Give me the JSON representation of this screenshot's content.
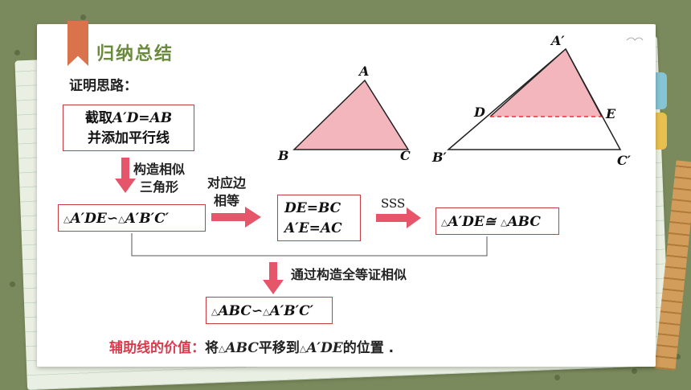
{
  "header": {
    "title": "归纳总结",
    "subtitle": "证明思路："
  },
  "flow": {
    "box1_line1_cn": "截取",
    "box1_line1_math": "A′D=AB",
    "box1_line2": "并添加平行线",
    "step_construct_line1": "构造相似",
    "step_construct_line2": "三角形",
    "box2_part1": "A′DE∽",
    "box2_part2": "A′B′C′",
    "step_sides_line1": "对应边",
    "step_sides_line2": "相等",
    "box3_line1": "DE=BC",
    "box3_line2": "A′E=AC",
    "sss_label": "SSS",
    "box4_part1": "A′DE≅",
    "box4_part2": "ABC",
    "step_congruent": "通过构造全等证相似",
    "box5_part1": "ABC∽",
    "box5_part2": "A′B′C′",
    "triangle_symbol": "△"
  },
  "summary": {
    "label": "辅助线的价值：",
    "text1": "将",
    "tri1": "ABC",
    "text2": "平移到",
    "tri2": "A′DE",
    "text3": "的位置 ."
  },
  "figure_left": {
    "A": "A",
    "B": "B",
    "C": "C"
  },
  "figure_right": {
    "A": "A′",
    "B": "B′",
    "C": "C′",
    "D": "D",
    "E": "E"
  },
  "colors": {
    "accent_red": "#c93a45",
    "title_green": "#6a8b3d",
    "arrow_pink": "#e5566a",
    "triangle_fill": "#f4b6bd"
  }
}
